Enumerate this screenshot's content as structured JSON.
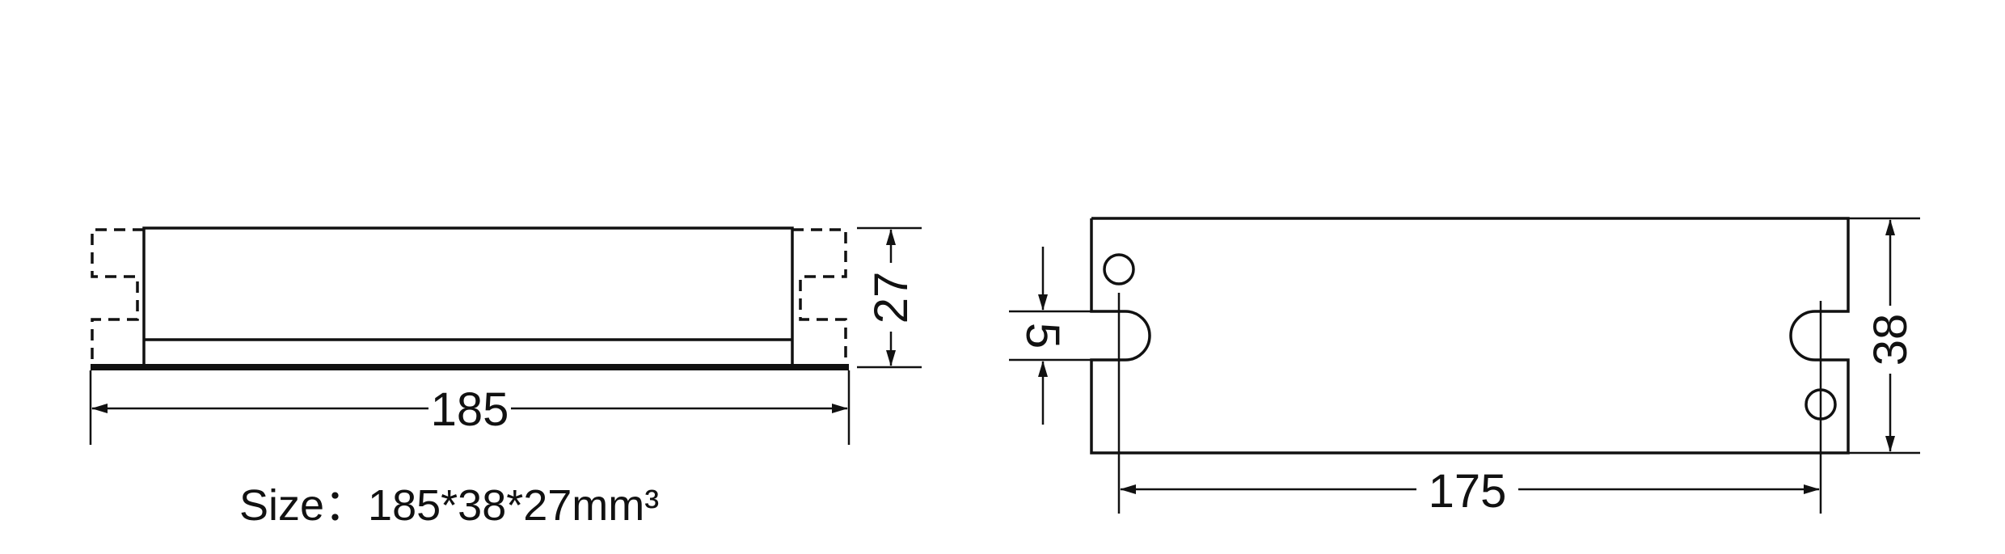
{
  "side_view": {
    "length_label": "185",
    "height_label": "27"
  },
  "top_view": {
    "length_label": "175",
    "width_label": "38",
    "slot_label": "5"
  },
  "size_caption": "Size：185*38*27mm³",
  "colors": {
    "line": "#111111",
    "background": "#ffffff"
  }
}
